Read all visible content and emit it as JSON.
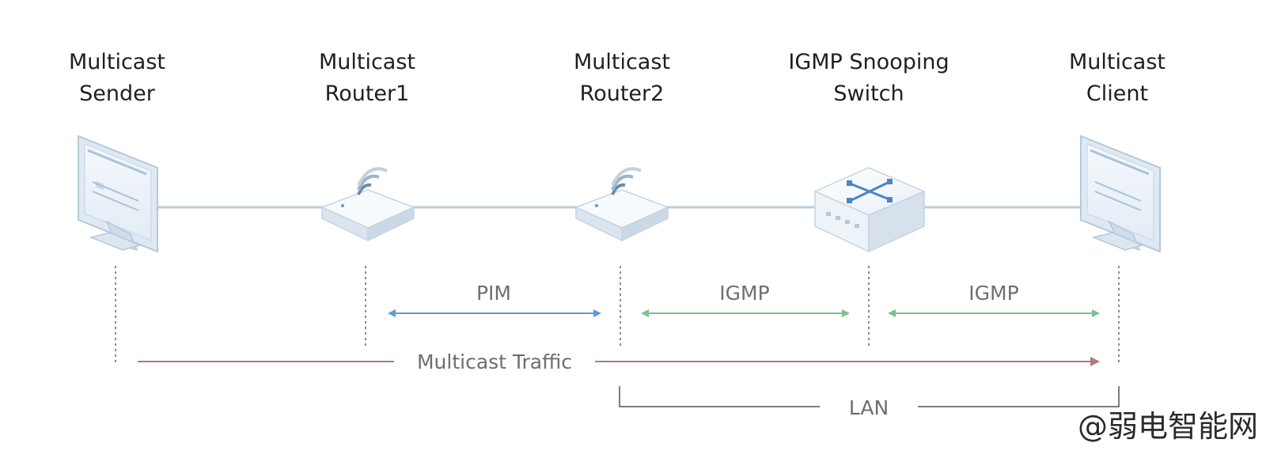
{
  "nodes": [
    {
      "id": "sender",
      "line1": "Multicast",
      "line2": "Sender",
      "icon": "monitor-icon"
    },
    {
      "id": "router1",
      "line1": "Multicast",
      "line2": "Router1",
      "icon": "wireless-router-icon"
    },
    {
      "id": "router2",
      "line1": "Multicast",
      "line2": "Router2",
      "icon": "wireless-router-icon"
    },
    {
      "id": "switch",
      "line1": "IGMP Snooping",
      "line2": "Switch",
      "icon": "network-switch-icon"
    },
    {
      "id": "client",
      "line1": "Multicast",
      "line2": "Client",
      "icon": "monitor-icon"
    }
  ],
  "protocols": {
    "pim": "PIM",
    "igmp_router_switch": "IGMP",
    "igmp_switch_client": "IGMP"
  },
  "traffic_label": "Multicast Traffic",
  "lan_label": "LAN",
  "watermark": "@弱电智能网",
  "colors": {
    "pim": "#5b9bd5",
    "igmp": "#7cbf8e",
    "traffic": "#b07a76",
    "link": "#b9cfe0",
    "bracket": "#555555",
    "dotted": "#666666"
  }
}
